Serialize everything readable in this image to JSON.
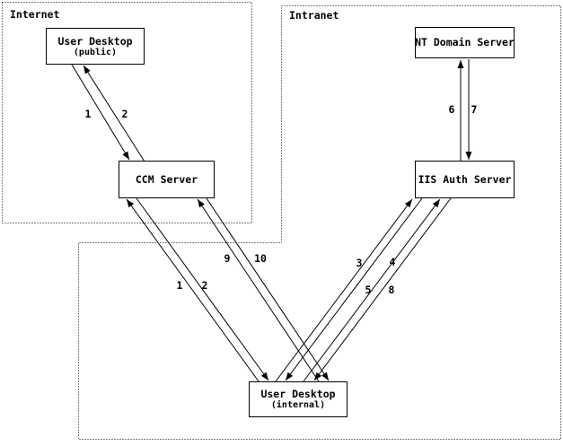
{
  "diagram": {
    "regions": [
      {
        "id": "internet",
        "label": "Internet"
      },
      {
        "id": "intranet",
        "label": "Intranet"
      }
    ],
    "nodes": [
      {
        "id": "user-desktop-public",
        "label": "User Desktop",
        "sublabel": "(public)",
        "region": "internet"
      },
      {
        "id": "ccm-server",
        "label": "CCM Server",
        "region": "internet"
      },
      {
        "id": "nt-domain-server",
        "label": "NT Domain Server",
        "region": "intranet"
      },
      {
        "id": "iis-auth-server",
        "label": "IIS Auth Server",
        "region": "intranet"
      },
      {
        "id": "user-desktop-internal",
        "label": "User Desktop",
        "sublabel": "(internal)",
        "region": "intranet"
      }
    ],
    "arrows": [
      {
        "label": "1",
        "from": "user-desktop-public",
        "to": "ccm-server"
      },
      {
        "label": "2",
        "from": "ccm-server",
        "to": "user-desktop-public"
      },
      {
        "label": "1",
        "from": "user-desktop-internal",
        "to": "ccm-server"
      },
      {
        "label": "2",
        "from": "ccm-server",
        "to": "user-desktop-internal"
      },
      {
        "label": "9",
        "from": "user-desktop-internal",
        "to": "ccm-server"
      },
      {
        "label": "10",
        "from": "ccm-server",
        "to": "user-desktop-internal"
      },
      {
        "label": "3",
        "from": "user-desktop-internal",
        "to": "iis-auth-server"
      },
      {
        "label": "4",
        "from": "iis-auth-server",
        "to": "user-desktop-internal"
      },
      {
        "label": "5",
        "from": "user-desktop-internal",
        "to": "iis-auth-server"
      },
      {
        "label": "8",
        "from": "iis-auth-server",
        "to": "user-desktop-internal"
      },
      {
        "label": "6",
        "from": "iis-auth-server",
        "to": "nt-domain-server"
      },
      {
        "label": "7",
        "from": "nt-domain-server",
        "to": "iis-auth-server"
      }
    ],
    "colors": {
      "line": "#000000",
      "background": "#ffffff",
      "text": "#000000"
    }
  }
}
